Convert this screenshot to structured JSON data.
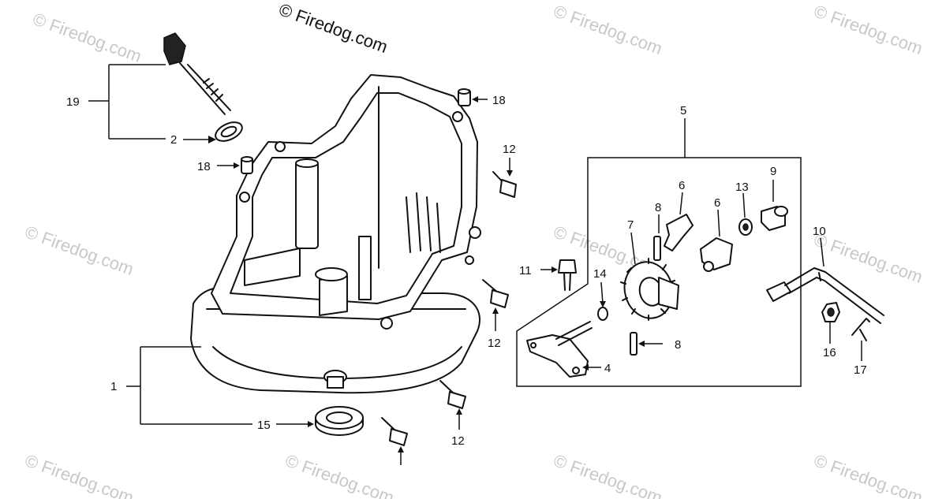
{
  "watermark": {
    "main": "© Firedog.com",
    "repeat": "© Firedog.com"
  },
  "callouts": {
    "c1": "1",
    "c2": "2",
    "c4": "4",
    "c5": "5",
    "c6a": "6",
    "c6b": "6",
    "c7": "7",
    "c8a": "8",
    "c8b": "8",
    "c9": "9",
    "c10": "10",
    "c11": "11",
    "c12a": "12",
    "c12b": "12",
    "c12c": "12",
    "c13": "13",
    "c14": "14",
    "c15": "15",
    "c16": "16",
    "c17": "17",
    "c18a": "18",
    "c18b": "18",
    "c19": "19"
  }
}
